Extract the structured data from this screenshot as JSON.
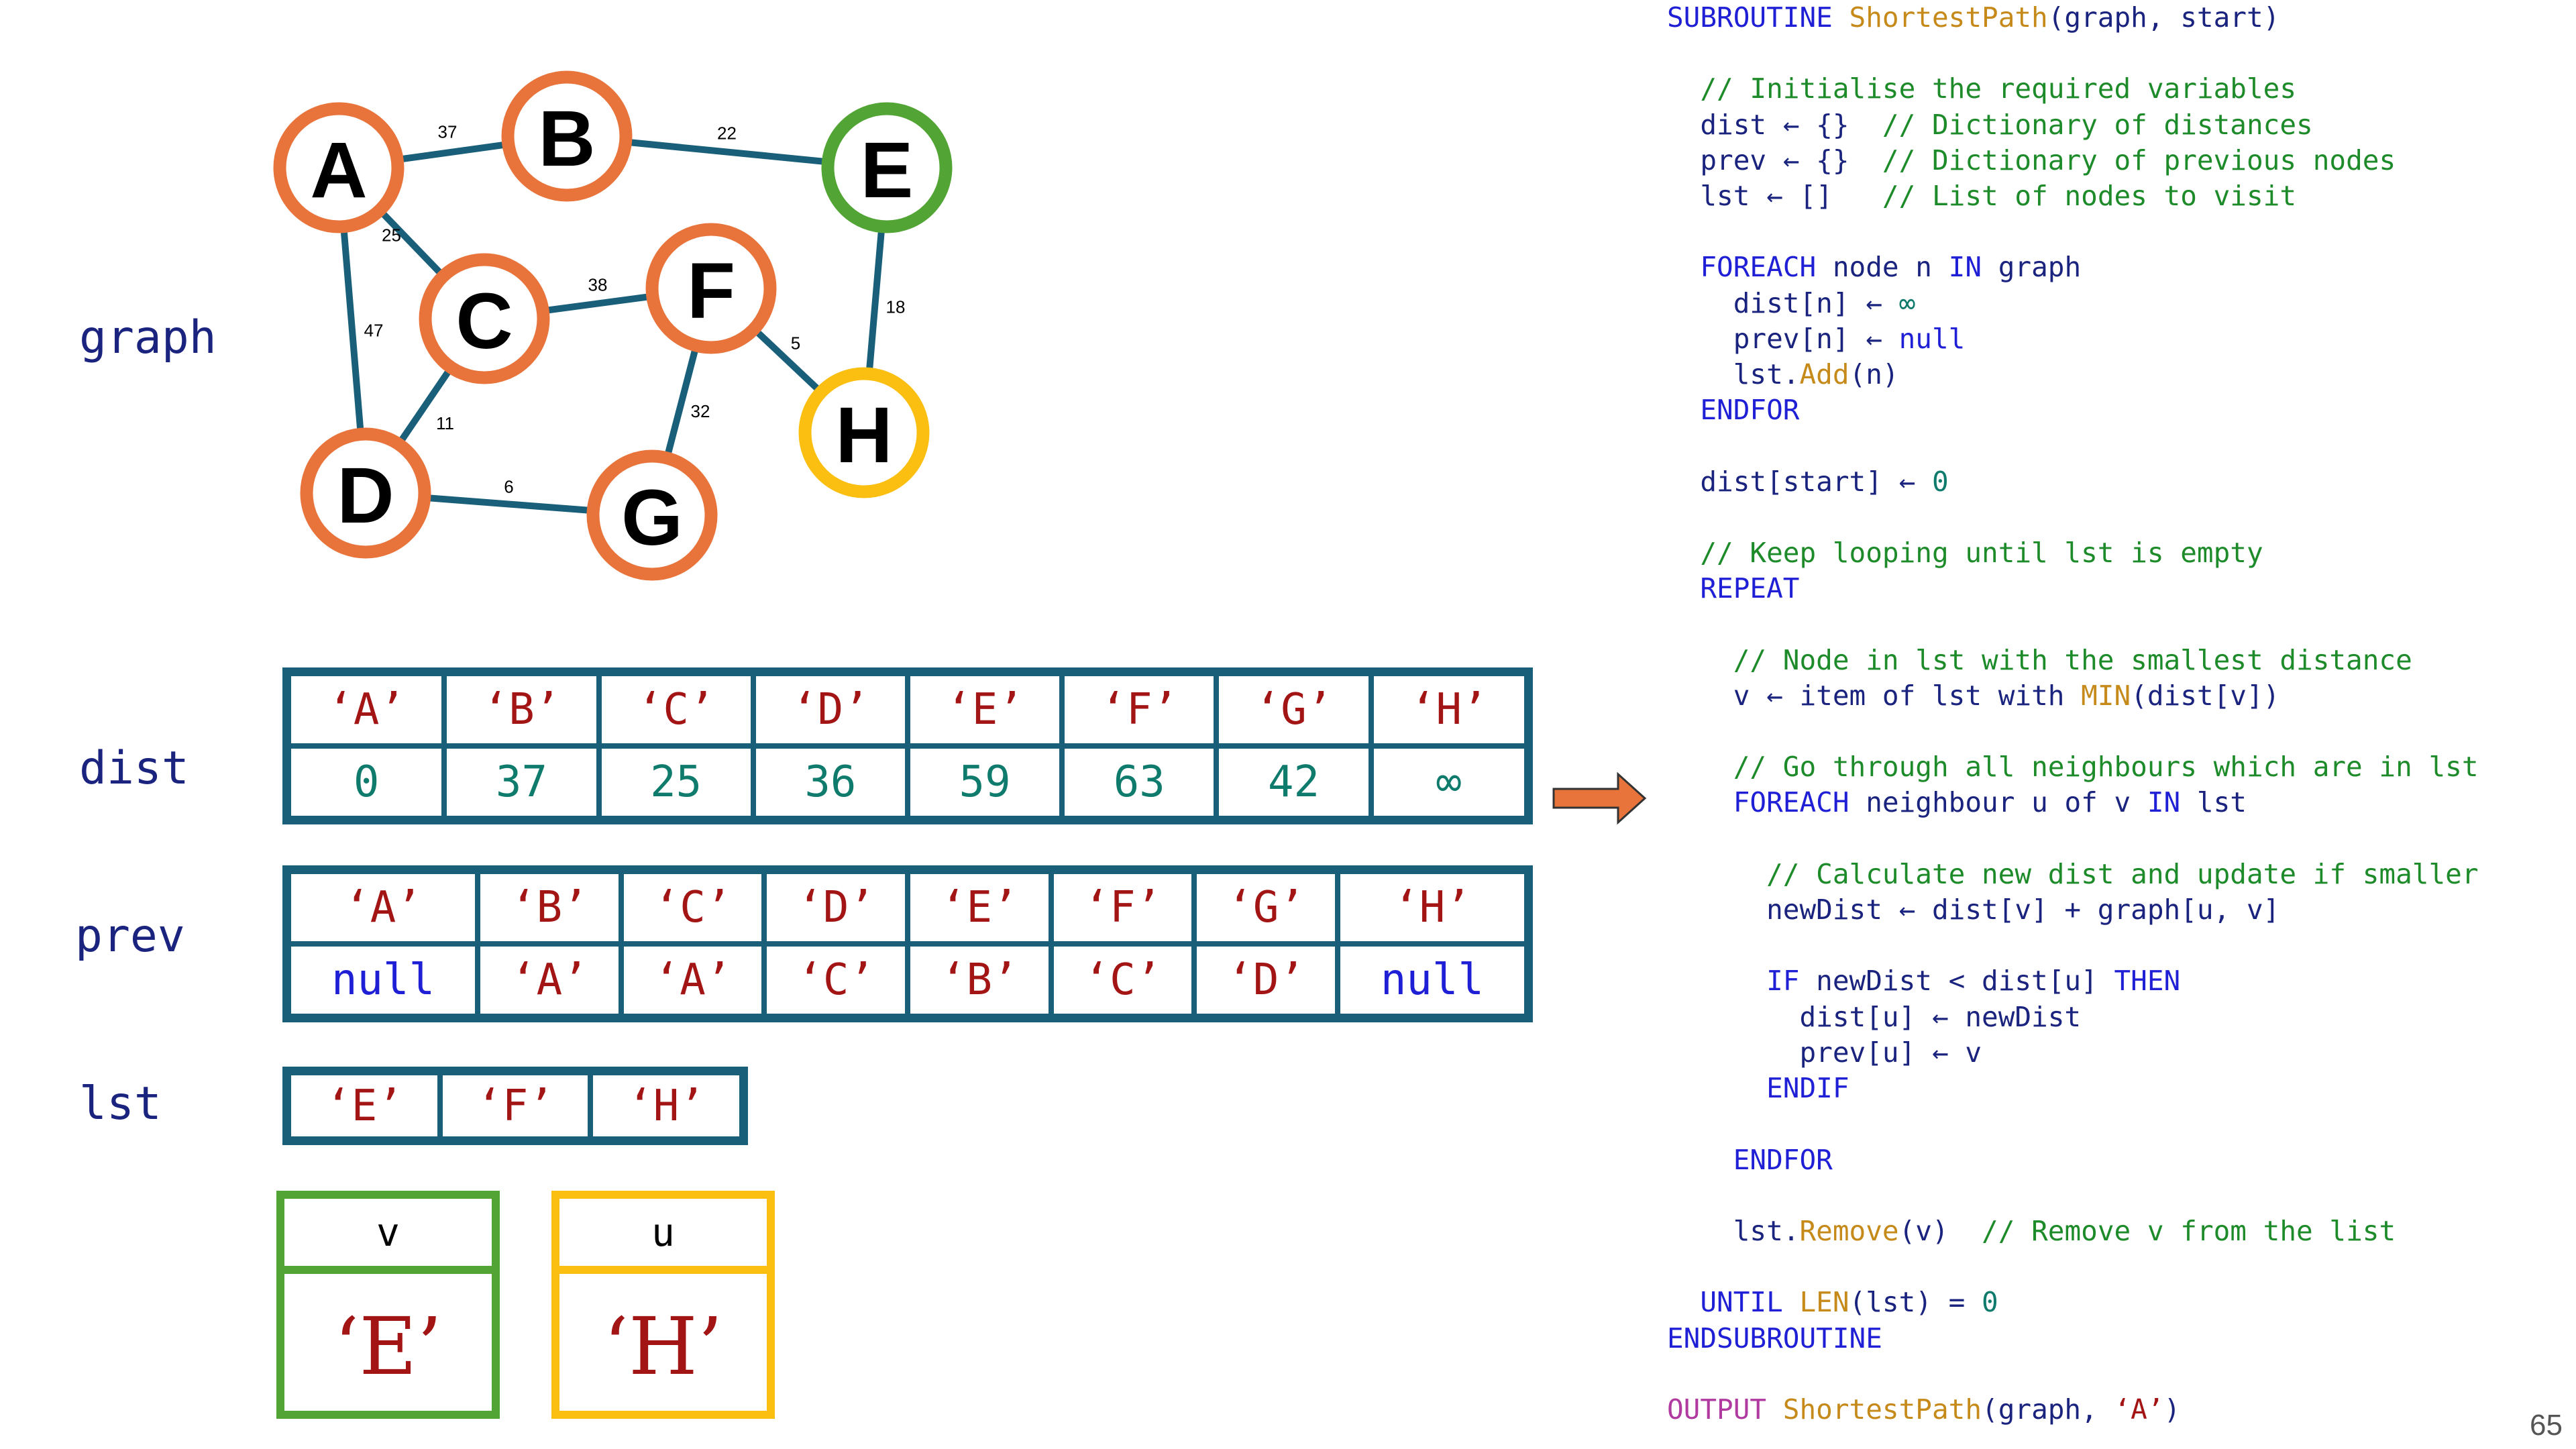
{
  "graph_label": "graph",
  "nodes": [
    {
      "id": "A",
      "color": "#e8743b"
    },
    {
      "id": "B",
      "color": "#e8743b"
    },
    {
      "id": "C",
      "color": "#e8743b"
    },
    {
      "id": "D",
      "color": "#e8743b"
    },
    {
      "id": "E",
      "color": "#52a535"
    },
    {
      "id": "F",
      "color": "#e8743b"
    },
    {
      "id": "G",
      "color": "#e8743b"
    },
    {
      "id": "H",
      "color": "#fbbf12"
    }
  ],
  "edges": [
    {
      "from": "A",
      "to": "B",
      "weight": "37"
    },
    {
      "from": "B",
      "to": "E",
      "weight": "22"
    },
    {
      "from": "A",
      "to": "C",
      "weight": "25"
    },
    {
      "from": "A",
      "to": "D",
      "weight": "47"
    },
    {
      "from": "C",
      "to": "F",
      "weight": "38"
    },
    {
      "from": "C",
      "to": "D",
      "weight": "11"
    },
    {
      "from": "D",
      "to": "G",
      "weight": "6"
    },
    {
      "from": "F",
      "to": "G",
      "weight": "32"
    },
    {
      "from": "F",
      "to": "H",
      "weight": "5"
    },
    {
      "from": "E",
      "to": "H",
      "weight": "18"
    }
  ],
  "dist": {
    "label": "dist",
    "keys": [
      "‘A’",
      "‘B’",
      "‘C’",
      "‘D’",
      "‘E’",
      "‘F’",
      "‘G’",
      "‘H’"
    ],
    "values": [
      "0",
      "37",
      "25",
      "36",
      "59",
      "63",
      "42",
      "∞"
    ]
  },
  "prev": {
    "label": "prev",
    "keys": [
      "‘A’",
      "‘B’",
      "‘C’",
      "‘D’",
      "‘E’",
      "‘F’",
      "‘G’",
      "‘H’"
    ],
    "values": [
      "null",
      "‘A’",
      "‘A’",
      "‘C’",
      "‘B’",
      "‘C’",
      "‘D’",
      "null"
    ]
  },
  "lst": {
    "label": "lst",
    "items": [
      "‘E’",
      "‘F’",
      "‘H’"
    ]
  },
  "v": {
    "label": "v",
    "value": "‘E’",
    "color": "#52a535"
  },
  "u": {
    "label": "u",
    "value": "‘H’",
    "color": "#fbbf12"
  },
  "arrow_color": "#e8743b",
  "code": {
    "line1": "SUBROUTINE ShortestPath(graph, start)",
    "comment_init": "// Initialise the required variables",
    "dist_decl": "dist ← {}",
    "dist_comment": "// Dictionary of distances",
    "prev_decl": "prev ← {}",
    "prev_comment": "// Dictionary of previous nodes",
    "lst_decl": "lst ← []",
    "lst_comment": "// List of nodes to visit",
    "foreach_graph": "FOREACH node n IN graph",
    "dist_n": "dist[n] ← ∞",
    "prev_n": "prev[n] ← null",
    "lst_add": "lst.Add(n)",
    "endfor1": "ENDFOR",
    "dist_start": "dist[start] ← 0",
    "comment_loop": "// Keep looping until lst is empty",
    "repeat": "REPEAT",
    "comment_min": "// Node in lst with the smallest distance",
    "v_assign": "v ← item of lst with MIN(dist[v])",
    "comment_neigh": "// Go through all neighbours which are in lst",
    "foreach_neigh": "FOREACH neighbour u of v IN lst",
    "comment_calc": "// Calculate new dist and update if smaller",
    "newdist": "newDist ← dist[v] + graph[u, v]",
    "if_line": "IF newDist < dist[u] THEN",
    "dist_u": "dist[u] ← newDist",
    "prev_u": "prev[u] ← v",
    "endif": "ENDIF",
    "endfor2": "ENDFOR",
    "remove": "lst.Remove(v)",
    "remove_comment": "// Remove v from the list",
    "until": "UNTIL LEN(lst) = 0",
    "endsub": "ENDSUBROUTINE",
    "output": "OUTPUT ShortestPath(graph, ‘A’)"
  },
  "page_number": "65"
}
